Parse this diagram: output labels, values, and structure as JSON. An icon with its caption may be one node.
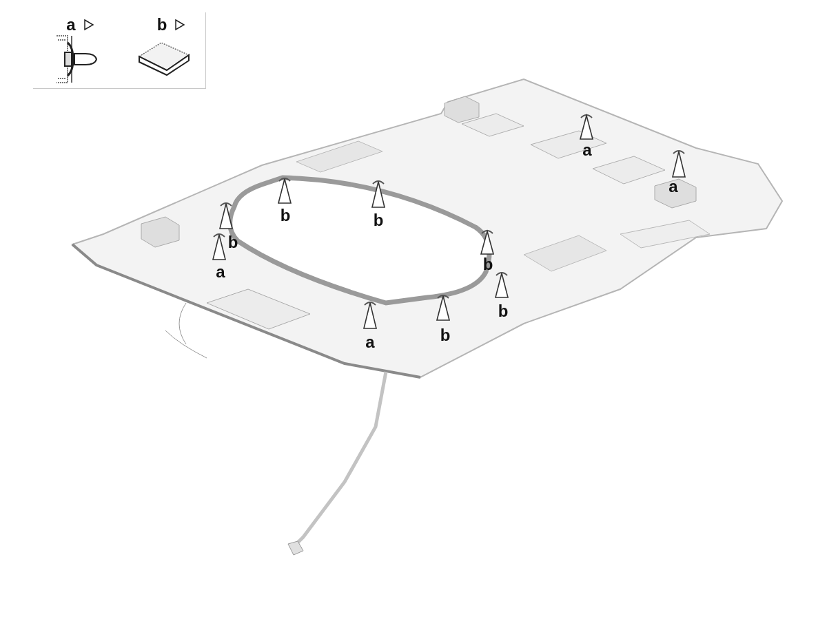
{
  "diagram": {
    "labels": [
      "a",
      "b",
      "a",
      "a",
      "b",
      "b",
      "b",
      "b",
      "a",
      "b",
      "b",
      "a"
    ]
  }
}
